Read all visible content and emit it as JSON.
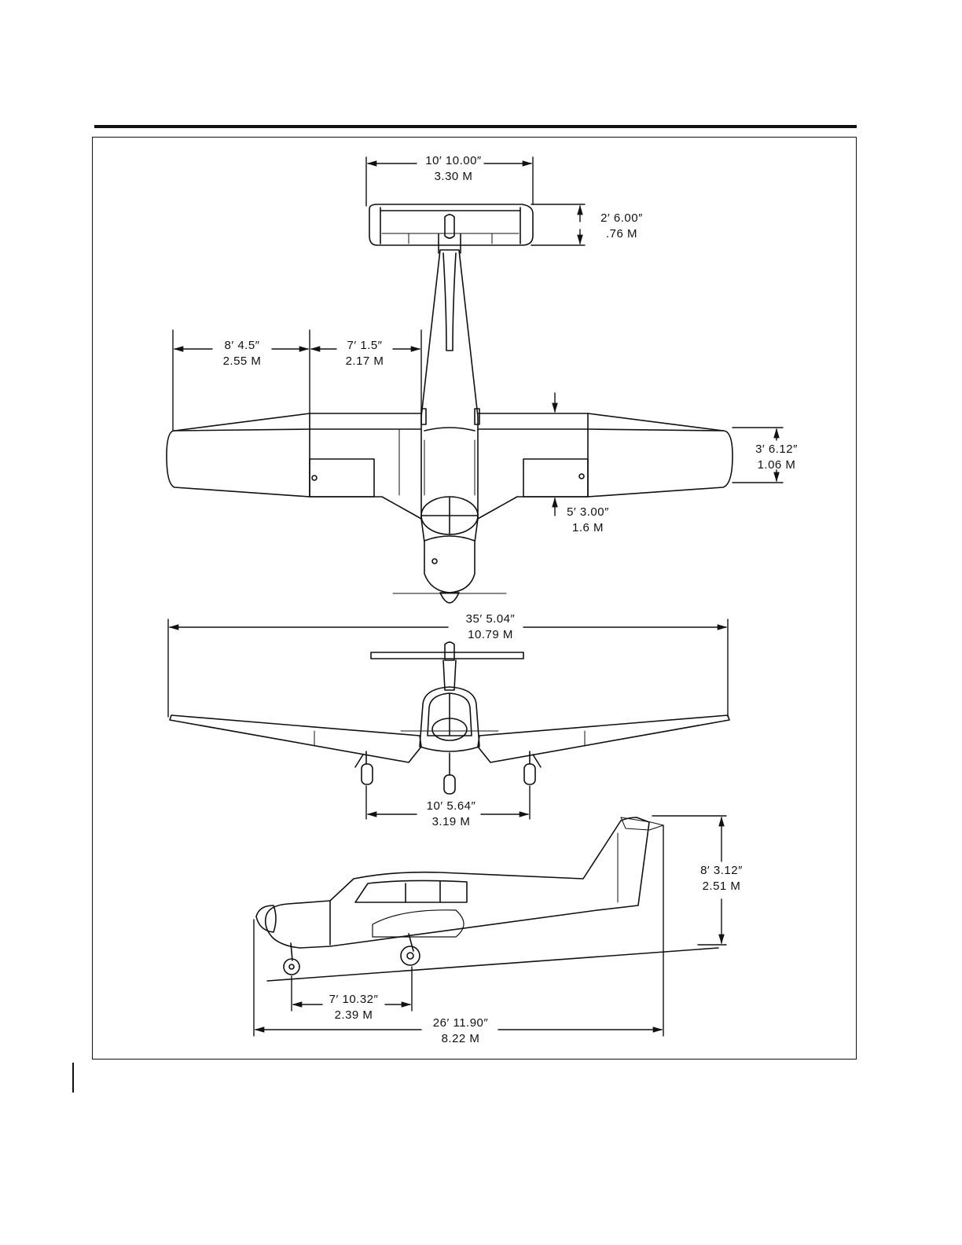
{
  "dimensions": {
    "htail_span": {
      "imperial": "10′ 10.00″",
      "metric": "3.30 M"
    },
    "htail_chord": {
      "imperial": "2′ 6.00″",
      "metric": ".76 M"
    },
    "outer_panel": {
      "imperial": "8′ 4.5″",
      "metric": "2.55 M"
    },
    "inner_panel": {
      "imperial": "7′ 1.5″",
      "metric": "2.17 M"
    },
    "tip_chord": {
      "imperial": "3′ 6.12″",
      "metric": "1.06 M"
    },
    "root_chord": {
      "imperial": "5′ 3.00″",
      "metric": "1.6 M"
    },
    "wingspan": {
      "imperial": "35′ 5.04″",
      "metric": "10.79 M"
    },
    "wheel_track": {
      "imperial": "10′ 5.64″",
      "metric": "3.19 M"
    },
    "height": {
      "imperial": "8′ 3.12″",
      "metric": "2.51 M"
    },
    "wheelbase": {
      "imperial": "7′ 10.32″",
      "metric": "2.39 M"
    },
    "length": {
      "imperial": "26′ 11.90″",
      "metric": "8.22 M"
    }
  }
}
